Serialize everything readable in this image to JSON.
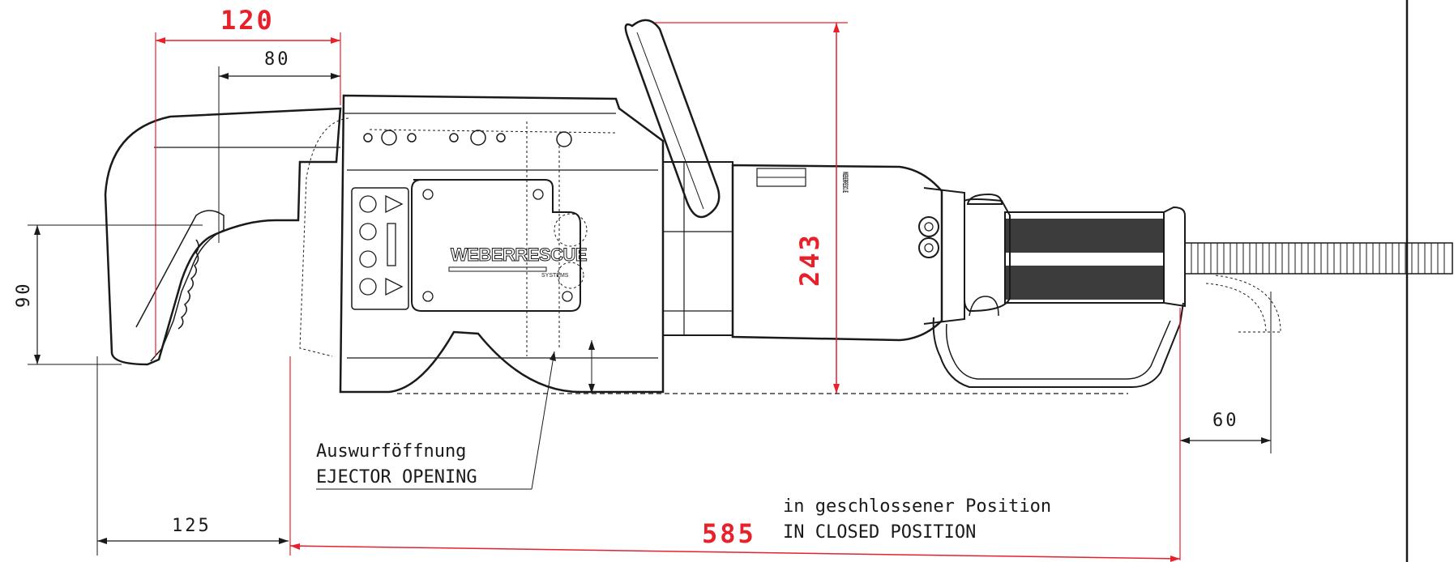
{
  "dimensions": {
    "cut_opening": "120",
    "jaw_depth": "80",
    "jaw_height": "90",
    "overall_height": "243",
    "hose_offset": "60",
    "tip_offset": "125",
    "overall_length": "585"
  },
  "notes": {
    "ejector_de": "Auswurföffnung",
    "ejector_en": "EJECTOR OPENING",
    "closed_de": "in geschlossener Position",
    "closed_en": "IN CLOSED POSITION"
  },
  "brand": {
    "logo_text": "WEBERRESCUE",
    "logo_sub": "SYSTEMS"
  },
  "colors": {
    "dimension_red": "#e8202a",
    "line_black": "#1a1a1a",
    "background": "#ffffff"
  }
}
